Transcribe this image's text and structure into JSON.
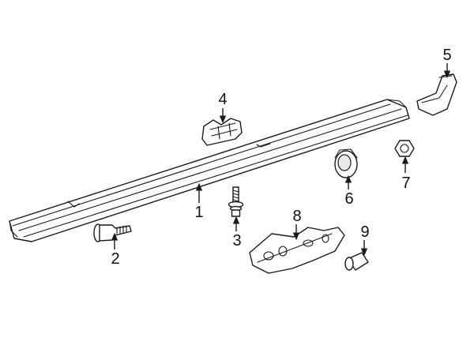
{
  "callouts": [
    {
      "id": "1",
      "label": "1"
    },
    {
      "id": "2",
      "label": "2"
    },
    {
      "id": "3",
      "label": "3"
    },
    {
      "id": "4",
      "label": "4"
    },
    {
      "id": "5",
      "label": "5"
    },
    {
      "id": "6",
      "label": "6"
    },
    {
      "id": "7",
      "label": "7"
    },
    {
      "id": "8",
      "label": "8"
    },
    {
      "id": "9",
      "label": "9"
    }
  ],
  "colors": {
    "line": "#1a1a1a",
    "background": "#ffffff",
    "shade": "#e9e9e9"
  }
}
